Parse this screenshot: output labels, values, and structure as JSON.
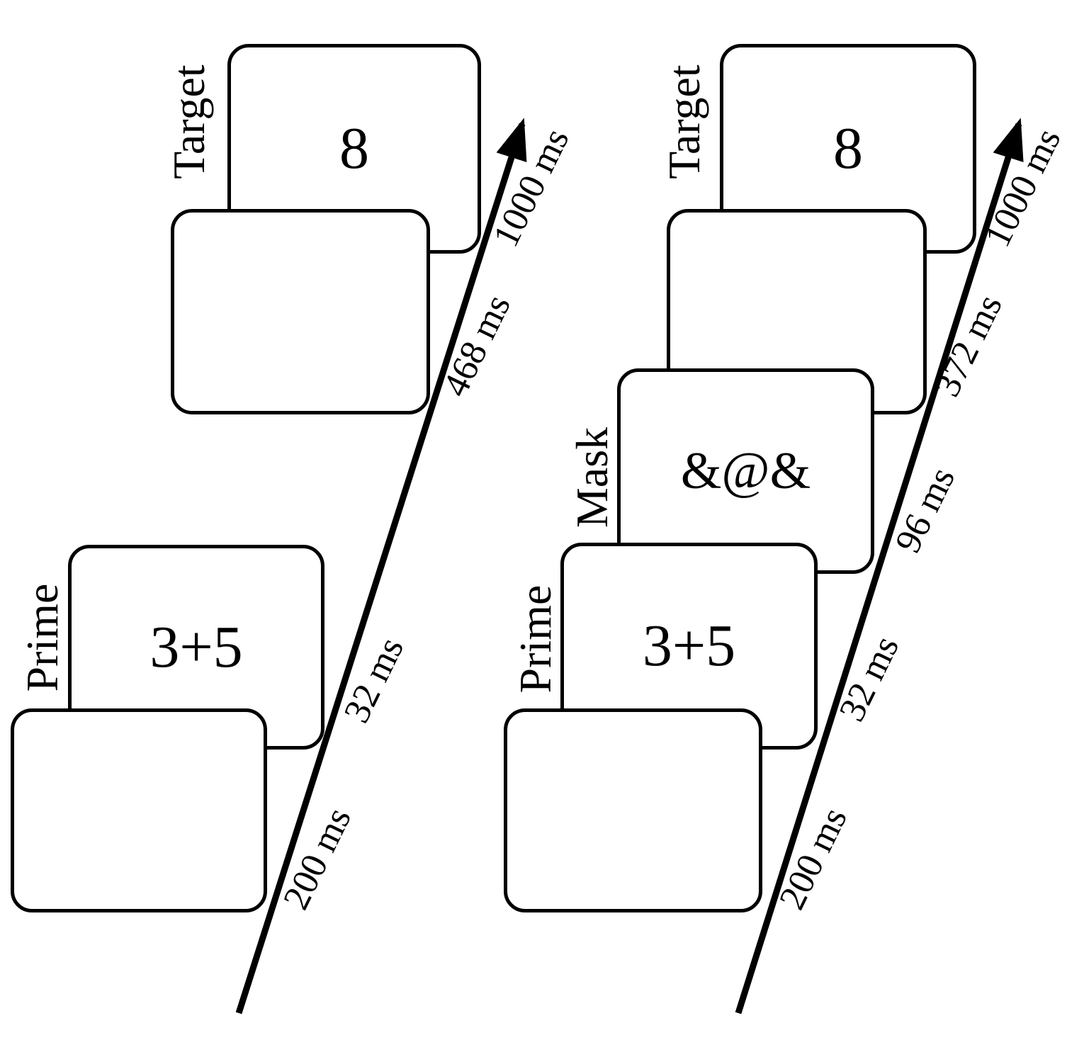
{
  "figure": {
    "description": "Two trial-sequence timelines of a priming experiment",
    "colors": {
      "stroke": "#000000",
      "card_fill": "#ffffff",
      "background": "#ffffff"
    },
    "panels": [
      {
        "cards": [
          {
            "label": "",
            "content": "",
            "duration": "200 ms"
          },
          {
            "label": "Prime",
            "content": "3+5",
            "duration": "32 ms"
          },
          {
            "label": "",
            "content": "",
            "duration": "468 ms"
          },
          {
            "label": "Target",
            "content": "8",
            "duration": "1000 ms"
          }
        ]
      },
      {
        "cards": [
          {
            "label": "",
            "content": "",
            "duration": "200 ms"
          },
          {
            "label": "Prime",
            "content": "3+5",
            "duration": "32 ms"
          },
          {
            "label": "Mask",
            "content": "&@&",
            "duration": "96 ms"
          },
          {
            "label": "",
            "content": "",
            "duration": "372 ms"
          },
          {
            "label": "Target",
            "content": "8",
            "duration": "1000 ms"
          }
        ]
      }
    ]
  }
}
